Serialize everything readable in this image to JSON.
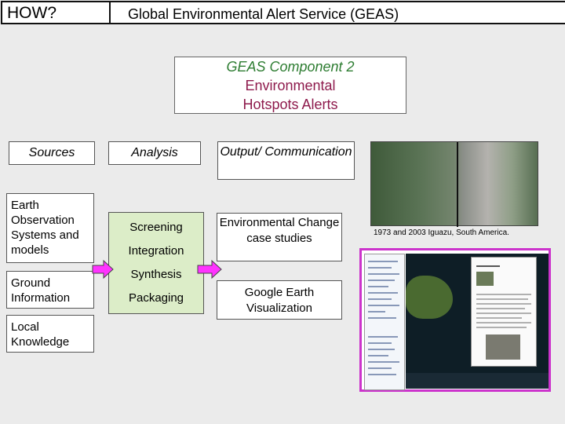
{
  "header": {
    "how": "HOW?",
    "title": "Global Environmental Alert Service (GEAS)"
  },
  "component": {
    "line1": "GEAS Component 2",
    "line2": "Environmental",
    "line3": "Hotspots Alerts"
  },
  "columns": {
    "sources": "Sources",
    "analysis": "Analysis",
    "output": "Output/ Communication"
  },
  "sources": [
    "Earth Observation Systems and models",
    "Ground Information",
    "Local Knowledge"
  ],
  "analysis_steps": [
    "Screening",
    "Integration",
    "Synthesis",
    "Packaging"
  ],
  "outputs": [
    "Environmental Change case studies",
    "Google Earth Visualization"
  ],
  "image_caption": "1973 and 2003 Iguazu, South America.",
  "colors": {
    "arrow": "#ff33ff",
    "analysis_bg": "#dcedc8",
    "component_title": "#2e7d32",
    "component_text": "#8e1a4c",
    "screenshot_border": "#cc33cc"
  }
}
